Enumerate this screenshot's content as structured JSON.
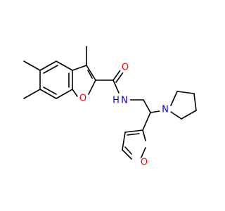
{
  "molecule": {
    "atoms": [
      {
        "id": "O_carbonyl",
        "symbol": "O",
        "color": "#ff0000"
      },
      {
        "id": "O_benzofuran",
        "symbol": "O",
        "color": "#ff0000"
      },
      {
        "id": "N_amide",
        "symbol": "N",
        "color": "#0000ff"
      },
      {
        "id": "H_amide",
        "symbol": "H",
        "color": "#0000ff"
      },
      {
        "id": "N_pyrrolidine",
        "symbol": "N",
        "color": "#0000ff"
      },
      {
        "id": "O_furan",
        "symbol": "O",
        "color": "#ff0000"
      }
    ],
    "bond_color": "#000000"
  }
}
